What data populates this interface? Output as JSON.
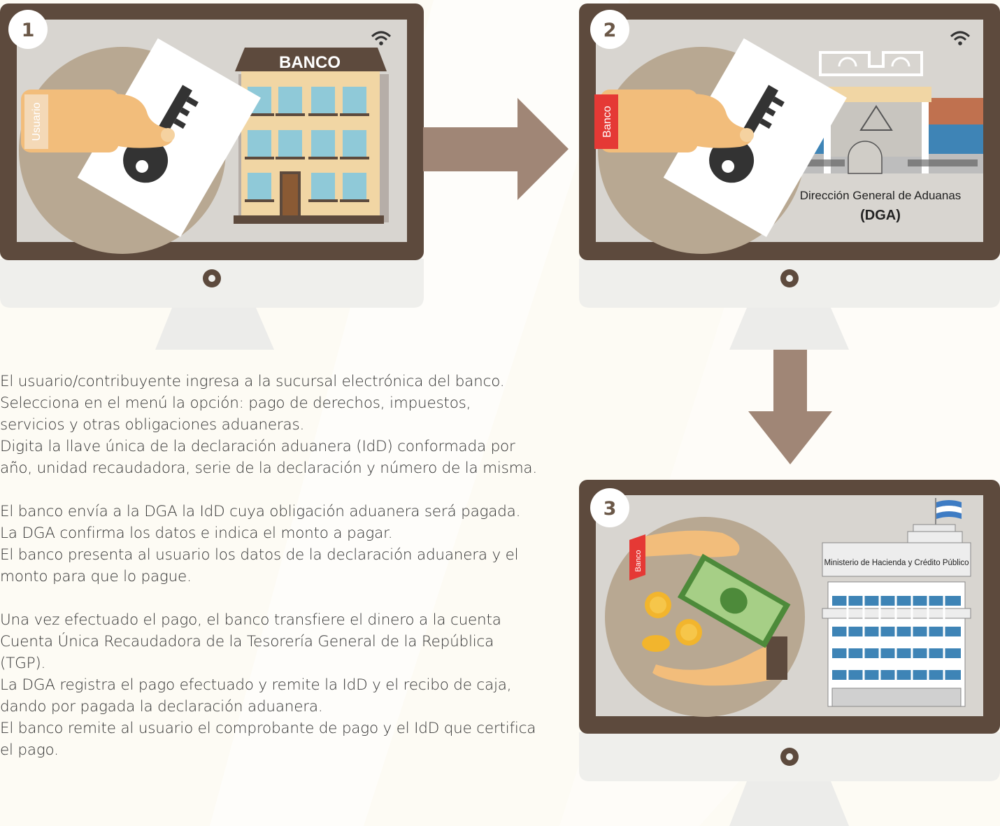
{
  "colors": {
    "frame": "#5d4a3d",
    "screen": "#d8d5d0",
    "stand": "#efefec",
    "arrow": "#a08676",
    "bank_tag": "#e53935",
    "user_tag": "#f4d9b7"
  },
  "steps": [
    {
      "number": "1",
      "tag": "Usuario",
      "building_label": "BANCO",
      "icons": [
        "wifi-icon",
        "key-card-icon",
        "bank-building-icon",
        "hand-icon"
      ]
    },
    {
      "number": "2",
      "tag": "Banco",
      "building_label_line1": "Dirección General de Aduanas",
      "building_label_line2": "(DGA)",
      "icons": [
        "wifi-icon",
        "key-card-icon",
        "customs-building-icon",
        "hand-icon"
      ]
    },
    {
      "number": "3",
      "tag": "Banco",
      "building_label": "Ministerio de Hacienda y Crédito Público",
      "icons": [
        "flag-icon",
        "money-bill-icon",
        "coin-icon",
        "ministry-building-icon",
        "hand-icon"
      ]
    }
  ],
  "text_blocks": [
    {
      "lines": [
        "El usuario/contribuyente ingresa a la sucursal electrónica del banco.",
        "Selecciona en el menú la opción: pago de derechos, impuestos,",
        "servicios y otras obligaciones aduaneras.",
        "Digita la llave única de la declaración aduanera (IdD) conformada por",
        "año, unidad recaudadora, serie de la declaración y número de la misma."
      ]
    },
    {
      "lines": [
        "El banco envía a la DGA la IdD cuya obligación aduanera será pagada.",
        "La DGA confirma los datos e indica el monto a pagar.",
        "El banco presenta al usuario los datos de la declaración aduanera y el",
        "monto para que lo pague."
      ]
    },
    {
      "lines": [
        "Una vez efectuado el pago, el banco transfiere el dinero a la cuenta",
        "Cuenta Única Recaudadora de la Tesorería General de la República",
        "(TGP).",
        "La DGA registra el pago efectuado y remite la IdD y el recibo de caja,",
        "dando por pagada la declaración aduanera.",
        "El banco remite al usuario el comprobante de pago y el IdD que certifica",
        "el pago."
      ]
    }
  ]
}
